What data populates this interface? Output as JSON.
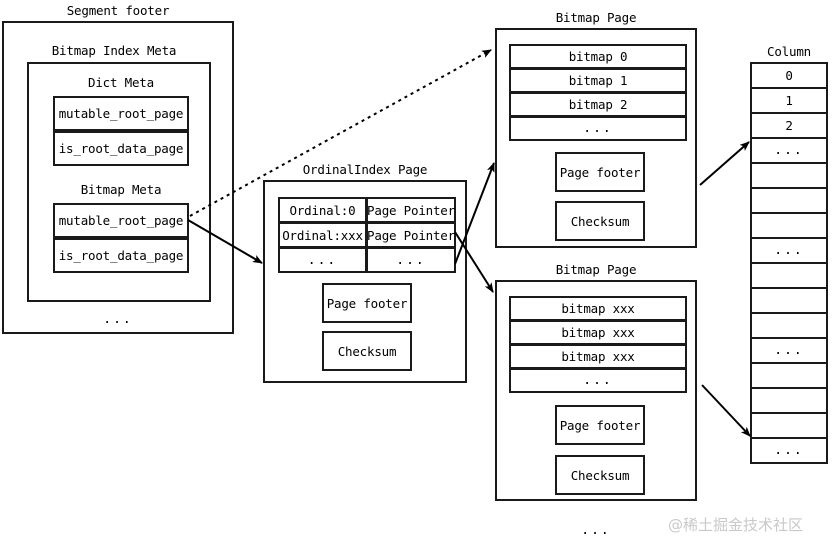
{
  "diagram": {
    "title": "Bitmap index storage layout",
    "background": "#ffffff",
    "line_color": "#1a1a1a"
  },
  "segment_footer": {
    "caption": "Segment footer",
    "ellipsis": "...",
    "bitmap_index_meta": {
      "caption": "Bitmap Index Meta",
      "dict_meta": {
        "caption": "Dict Meta",
        "fields": [
          {
            "label": "mutable_root_page"
          },
          {
            "label": "is_root_data_page"
          }
        ]
      },
      "bitmap_meta": {
        "caption": "Bitmap Meta",
        "fields": [
          {
            "label": "mutable_root_page"
          },
          {
            "label": "is_root_data_page"
          }
        ]
      }
    }
  },
  "ordinal_index_page": {
    "caption": "OrdinalIndex Page",
    "rows": [
      {
        "ordinal": "Ordinal:0",
        "pointer": "Page Pointer"
      },
      {
        "ordinal": "Ordinal:xxx",
        "pointer": "Page Pointer"
      },
      {
        "ordinal": "...",
        "pointer": "..."
      }
    ],
    "page_footer": "Page footer",
    "checksum": "Checksum"
  },
  "bitmap_page_top": {
    "caption": "Bitmap Page",
    "rows": [
      "bitmap 0",
      "bitmap 1",
      "bitmap 2",
      "..."
    ],
    "page_footer": "Page footer",
    "checksum": "Checksum"
  },
  "bitmap_page_bottom": {
    "caption": "Bitmap Page",
    "rows": [
      "bitmap xxx",
      "bitmap xxx",
      "bitmap xxx",
      "..."
    ],
    "page_footer": "Page footer",
    "checksum": "Checksum",
    "trailing_ellipsis": "..."
  },
  "column": {
    "caption": "Column",
    "cells": [
      "0",
      "1",
      "2",
      "...",
      "",
      "",
      "",
      "...",
      "",
      "",
      "",
      "...",
      "",
      "",
      "",
      "..."
    ]
  },
  "watermark": {
    "text": "@稀土掘金技术社区"
  }
}
